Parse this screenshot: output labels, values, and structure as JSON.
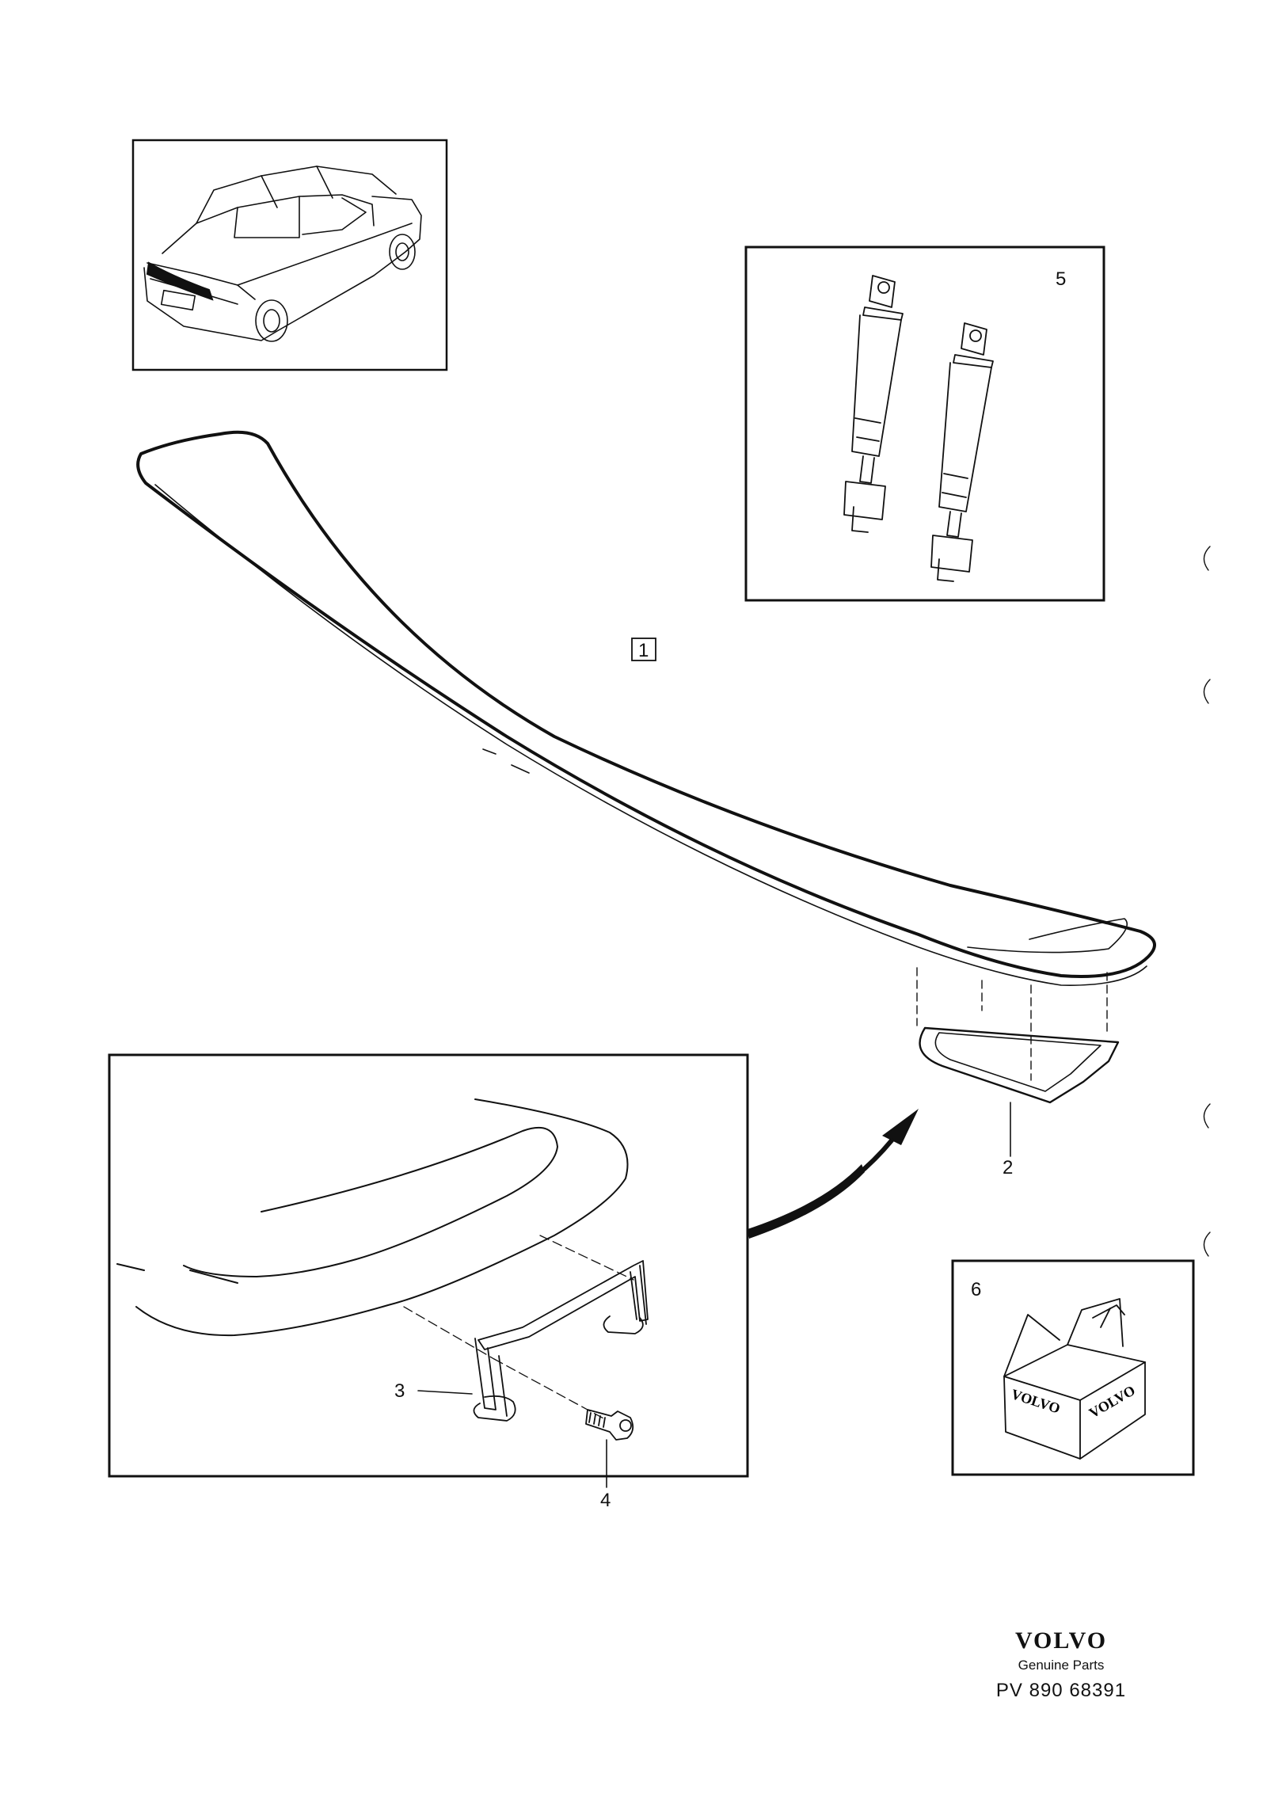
{
  "callouts": {
    "spoiler": "1",
    "gasket": "2",
    "clip": "3",
    "screw": "4",
    "gas_strut": "5",
    "kit": "6"
  },
  "box_label": "VOLVO",
  "footer": {
    "brand": "VOLVO",
    "tagline": "Genuine Parts",
    "part_ref": "PV 890 68391"
  }
}
